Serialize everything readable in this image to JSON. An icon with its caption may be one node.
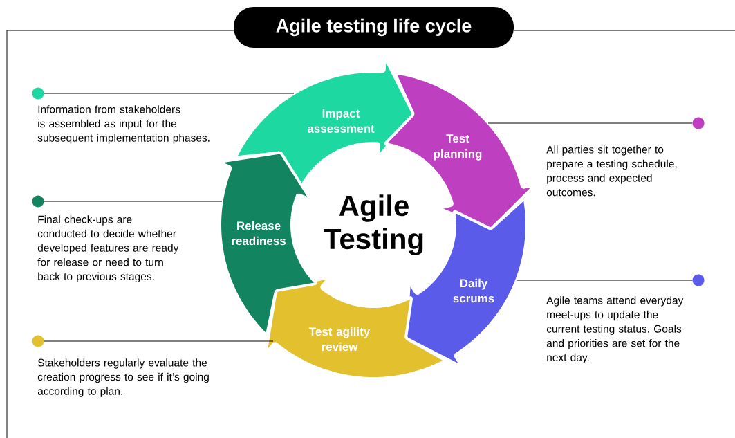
{
  "diagram": {
    "title": "Agile testing life cycle",
    "nodes": [
      {
        "text": [
          "Impact assessment"
        ]
      },
      {
        "text": [
          "Test planning"
        ],
        "beside": [
          "All parties sit together to prepare a testing schedule, process and expected outcomes."
        ]
      },
      {
        "text": [
          "Daily scrums"
        ]
      },
      {
        "text": [
          "Test agility review"
        ]
      },
      {
        "text": [
          "Release readiness"
        ]
      },
      {
        "text": [],
        "shape": "circle",
        "beside": [
          "Information from stakeholders is assembled as input for the subsequent implementation phases."
        ]
      },
      {
        "text": [],
        "shape": "circle"
      },
      {
        "text": [],
        "shape": "circle",
        "beside": [
          "Final check-ups are conducted to decide whether developed features are ready for release or need to turn back to previous stages."
        ]
      },
      {
        "text": [],
        "shape": "circle",
        "beside": [
          "Agile teams attend everyday meet-ups to update the current testing status. Goals and priorities are set for the next day."
        ]
      },
      {
        "text": [],
        "shape": "circle",
        "beside": [
          "Stakeholders regularly evaluate the creation progress to see if it’s going according to plan."
        ]
      }
    ],
    "edges": [
      {
        "from": 5,
        "to": 0,
        "arrow": "none"
      },
      {
        "from": 6,
        "to": 1,
        "arrow": "none"
      },
      {
        "from": 7,
        "to": 4,
        "arrow": "none"
      },
      {
        "from": 8,
        "to": 2,
        "arrow": "none"
      },
      {
        "from": 9,
        "to": 3,
        "arrow": "none"
      }
    ],
    "labels": [
      "Agile Testing"
    ]
  }
}
